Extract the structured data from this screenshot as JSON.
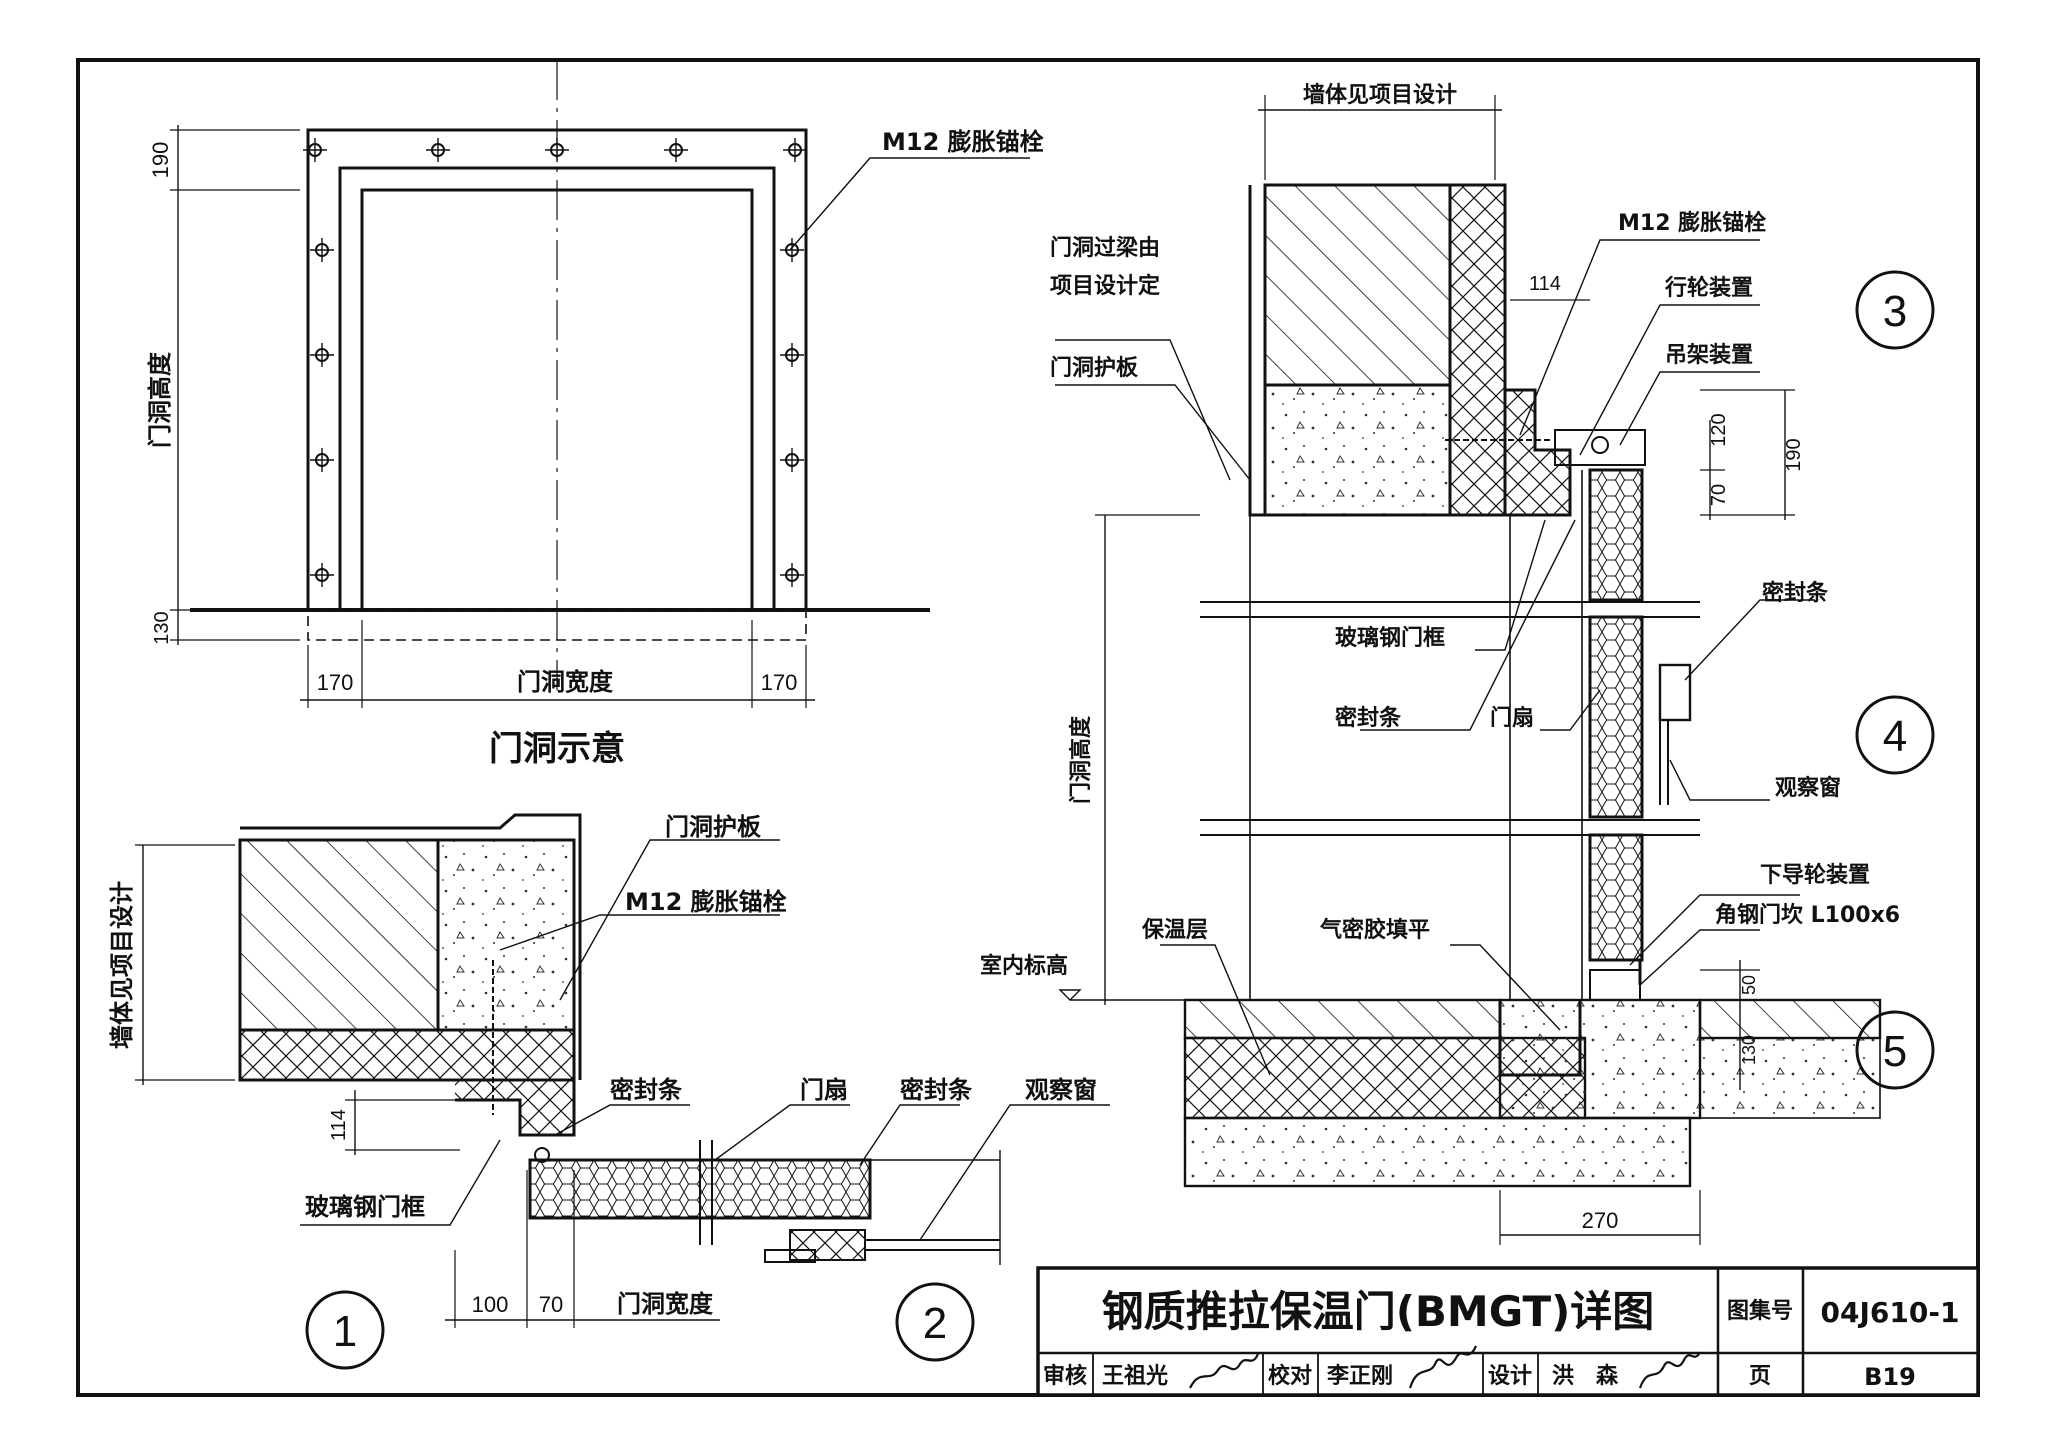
{
  "fig1": {
    "anchor": "M12 膨胀锚栓",
    "dim_top": "190",
    "dim_bottom": "130",
    "height": "门洞高度",
    "dim_left": "170",
    "width": "门洞宽度",
    "dim_right": "170",
    "caption": "门洞示意"
  },
  "plan": {
    "wall": "墙体见项目设计",
    "guard": "门洞护板",
    "anchor": "M12 膨胀锚栓",
    "seal1": "密封条",
    "door_leaf": "门扇",
    "seal2": "密封条",
    "window": "观察窗",
    "frame": "玻璃钢门框",
    "dim_114": "114",
    "dim_100": "100",
    "dim_70": "70",
    "width": "门洞宽度",
    "num1": "1",
    "num2": "2"
  },
  "section": {
    "wall": "墙体见项目设计",
    "lintel_line1": "门洞过梁由",
    "lintel_line2": "项目设计定",
    "guard": "门洞护板",
    "anchor": "M12 膨胀锚栓",
    "dim_114": "114",
    "wheel": "行轮装置",
    "hanger": "吊架装置",
    "dim_120": "120",
    "dim_70": "70",
    "dim_190": "190",
    "seal_right": "密封条",
    "frame": "玻璃钢门框",
    "seal_left": "密封条",
    "door_leaf": "门扇",
    "window": "观察窗",
    "height": "门洞高度",
    "guide": "下导轮装置",
    "angle": "角钢门坎 L100x6",
    "insulation": "保温层",
    "sealant": "气密胶填平",
    "floor": "室内标高",
    "dim_50": "50",
    "dim_130": "130",
    "dim_270": "270",
    "num3": "3",
    "num4": "4",
    "num5": "5"
  },
  "titleblock": {
    "title": "钢质推拉保温门(BMGT)详图",
    "atlas_label": "图集号",
    "atlas_value": "04J610-1",
    "page_label": "页",
    "page_value": "B19",
    "review_label": "审核",
    "review_name": "王祖光",
    "check_label": "校对",
    "check_name": "李正刚",
    "design_label": "设计",
    "design_name": "洪　森"
  }
}
